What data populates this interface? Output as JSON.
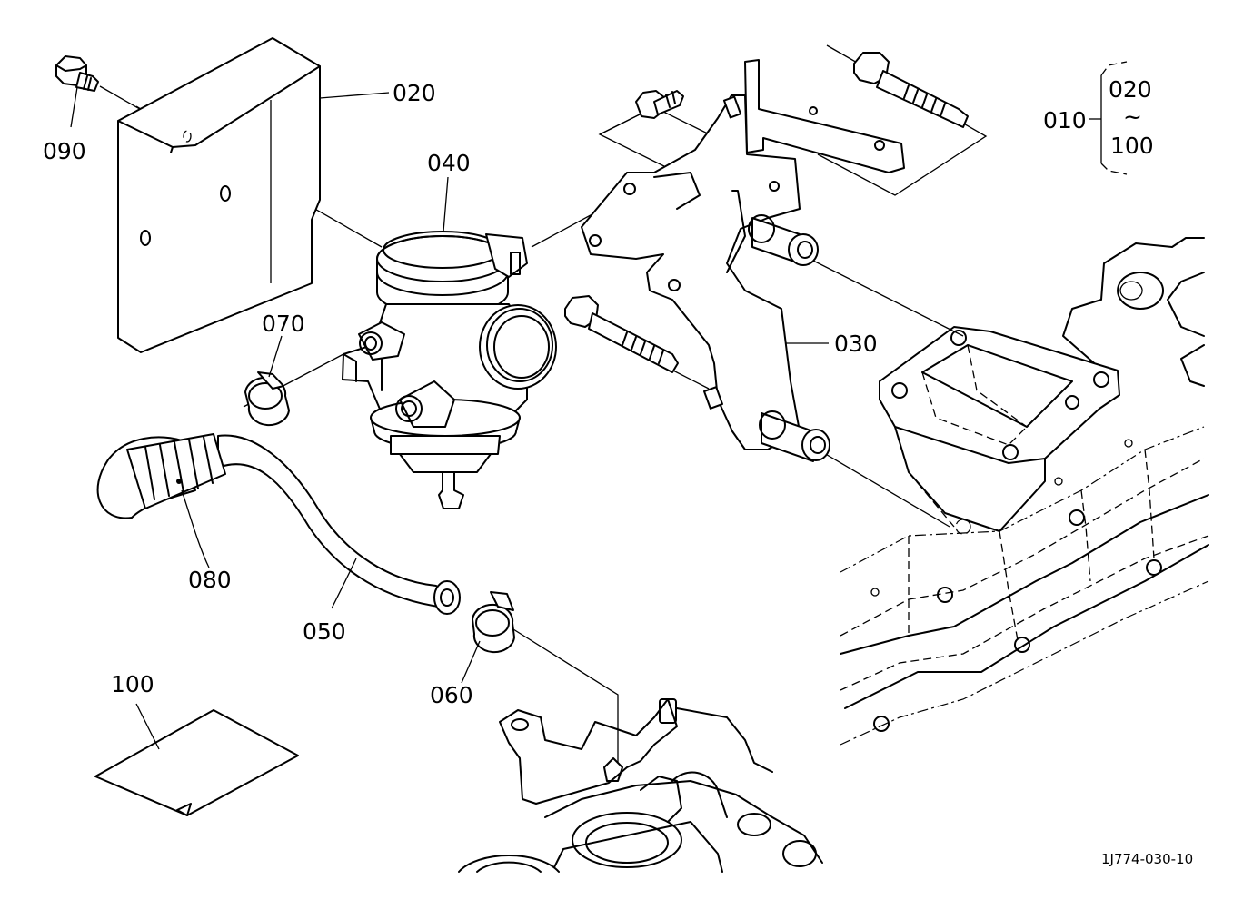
{
  "parts": [
    {
      "id": "p090",
      "label": "090",
      "name": "bolt-090"
    },
    {
      "id": "p020",
      "label": "020",
      "name": "cover-plate-020"
    },
    {
      "id": "p040",
      "label": "040",
      "name": "valve-assembly-040"
    },
    {
      "id": "p070",
      "label": "070",
      "name": "hose-clamp-070"
    },
    {
      "id": "p030",
      "label": "030",
      "name": "bracket-030"
    },
    {
      "id": "p080",
      "label": "080",
      "name": "protector-sleeve-080"
    },
    {
      "id": "p050",
      "label": "050",
      "name": "hose-050"
    },
    {
      "id": "p060",
      "label": "060",
      "name": "hose-clamp-060"
    },
    {
      "id": "p100",
      "label": "100",
      "name": "label-sheet-100"
    }
  ],
  "assembly": {
    "parent": "010",
    "range_start": "020",
    "range_symbol": "~",
    "range_end": "100"
  },
  "diagram_code": "1J774-030-10"
}
